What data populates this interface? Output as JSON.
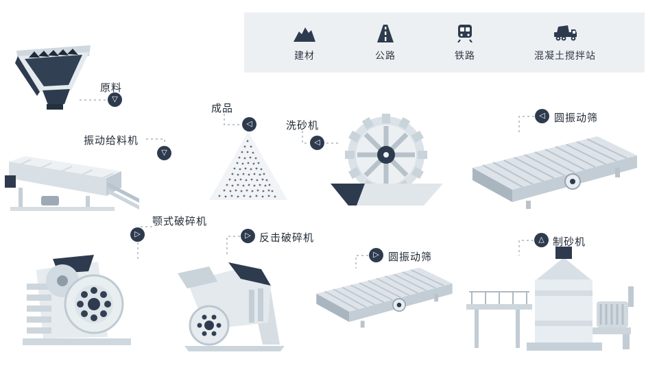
{
  "banner": {
    "items": [
      {
        "label": "建材",
        "icon": "building-materials-icon"
      },
      {
        "label": "公路",
        "icon": "highway-icon"
      },
      {
        "label": "铁路",
        "icon": "railway-icon"
      },
      {
        "label": "混凝土搅拌站",
        "icon": "concrete-mixing-plant-icon"
      }
    ]
  },
  "callouts": [
    {
      "label": "原料",
      "arrow": "▽",
      "direction": "down"
    },
    {
      "label": "振动给料机",
      "arrow": "▽",
      "direction": "down"
    },
    {
      "label": "成品",
      "arrow": "◁",
      "direction": "left"
    },
    {
      "label": "洗砂机",
      "arrow": "◁",
      "direction": "left"
    },
    {
      "label": "圆振动筛",
      "arrow": "◁",
      "direction": "left"
    },
    {
      "label": "颚式破碎机",
      "arrow": "▷",
      "direction": "right"
    },
    {
      "label": "反击破碎机",
      "arrow": "▷",
      "direction": "right"
    },
    {
      "label": "圆振动筛",
      "arrow": "▷",
      "direction": "right"
    },
    {
      "label": "制砂机",
      "arrow": "△",
      "direction": "up"
    }
  ],
  "colors": {
    "accent_dark": "#2e3b4e",
    "banner_bg": "#edf0f3",
    "connector": "#a9b3bd",
    "machine_light": "#e8edf1",
    "machine_mid": "#cfd8df"
  }
}
